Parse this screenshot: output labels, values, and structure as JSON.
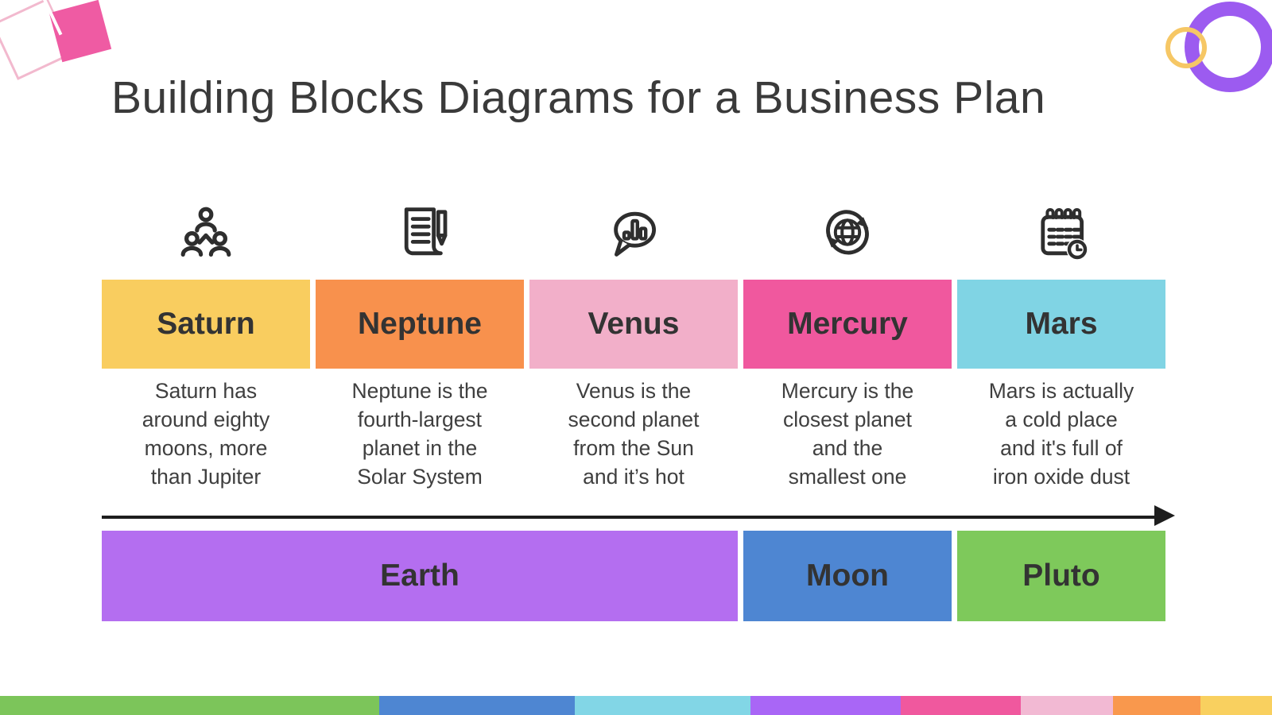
{
  "title": "Building Blocks Diagrams for a Business Plan",
  "columns": [
    {
      "name": "Saturn",
      "block_color": "#F9CD5F",
      "icon": "people-hierarchy-icon",
      "description": "Saturn has\naround eighty\nmoons, more\nthan Jupiter"
    },
    {
      "name": "Neptune",
      "block_color": "#F8914D",
      "icon": "document-pencil-icon",
      "description": "Neptune is the\nfourth-largest\nplanet in the\nSolar System"
    },
    {
      "name": "Venus",
      "block_color": "#F2AFC9",
      "icon": "chat-chart-icon",
      "description": "Venus is the\nsecond planet\nfrom the Sun\nand it’s hot"
    },
    {
      "name": "Mercury",
      "block_color": "#F0589E",
      "icon": "globe-sync-icon",
      "description": "Mercury is the\nclosest planet\nand the\nsmallest one"
    },
    {
      "name": "Mars",
      "block_color": "#80D4E4",
      "icon": "calendar-clock-icon",
      "description": "Mars is actually\na cold place\nand it's full of\niron oxide dust"
    }
  ],
  "bottom_row": [
    {
      "name": "Earth",
      "block_color": "#B46EF0"
    },
    {
      "name": "Moon",
      "block_color": "#4E86D2"
    },
    {
      "name": "Pluto",
      "block_color": "#7EC95B"
    }
  ],
  "timeline_arrow_color": "#1E1E1E",
  "icon_color": "#2E2E2E",
  "text_colors": {
    "title": "#3A3A3A",
    "block_label": "#333333",
    "description": "#3F3F3F"
  },
  "footer_stripe_colors": [
    "#7CC55A",
    "#4E86D2",
    "#82D6E6",
    "#A966F6",
    "#F0589E",
    "#F2B9D3",
    "#F9984D",
    "#F9D05F"
  ],
  "decoration_colors": {
    "solid_square": "#EF5BA3",
    "outline_square": "#F2B9CE",
    "purple_ring": "#9C5BF0",
    "yellow_ring": "#F6C765"
  }
}
